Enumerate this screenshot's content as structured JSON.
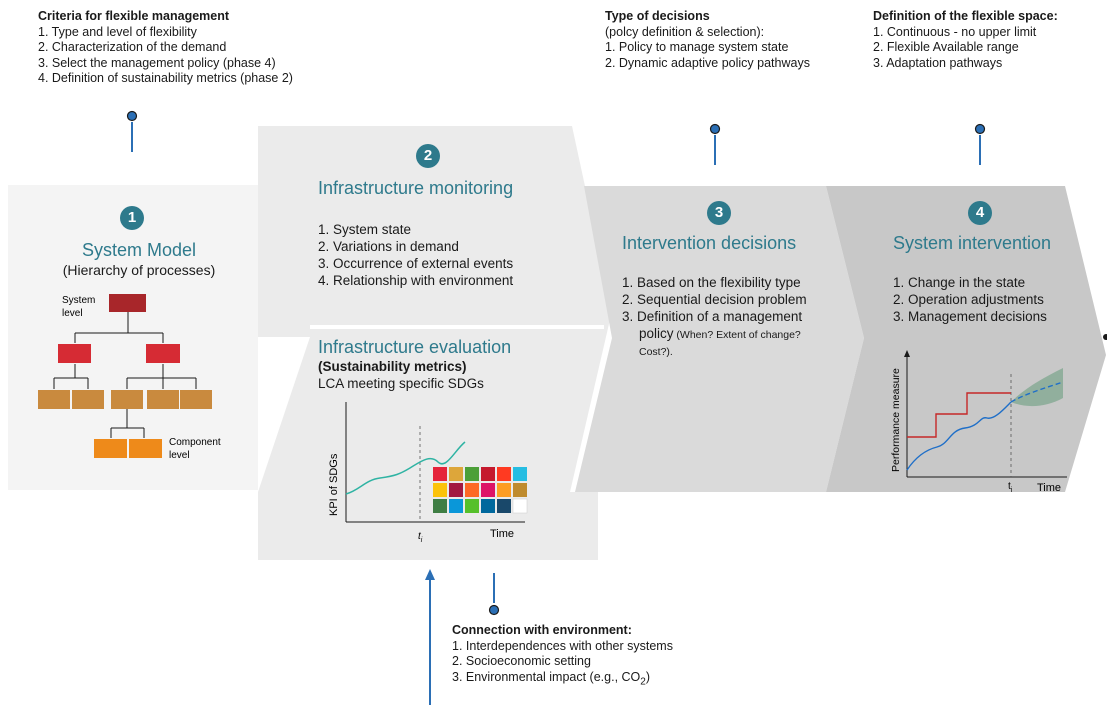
{
  "notes": {
    "criteria": {
      "title": "Criteria for flexible management",
      "items": [
        "1. Type and level of flexibility",
        "2. Characterization of the demand",
        "3. Select the management policy (phase 4)",
        "4. Definition of sustainability metrics (phase 2)"
      ]
    },
    "decisions": {
      "title": "Type of decisions",
      "subtitle": "(polcy definition & selection):",
      "items": [
        "1. Policy to manage system state",
        "2. Dynamic adaptive policy pathways"
      ]
    },
    "flexible_space": {
      "title": "Definition of the flexible space:",
      "items": [
        "1. Continuous - no upper limit",
        "2. Flexible Available range",
        "3. Adaptation pathways"
      ]
    },
    "environment": {
      "title": "Connection with environment:",
      "items": [
        "1. Interdependences with other systems",
        "2. Socioeconomic setting",
        "3. Environmental impact (e.g., CO"
      ],
      "co2_sub": "2",
      "co2_close": ")"
    }
  },
  "steps": {
    "s1": {
      "num": "1",
      "title": "System Model",
      "subtitle": "(Hierarchy of processes)",
      "system_level": "System",
      "system_level2": "level",
      "component_level": "Component",
      "component_level2": "level"
    },
    "s2": {
      "num": "2",
      "title": "Infrastructure monitoring",
      "items": [
        "1. System state",
        "2. Variations in demand",
        "3. Occurrence of external events",
        "4. Relationship with environment"
      ]
    },
    "s2b": {
      "title": "Infrastructure evaluation",
      "subtitle": "(Sustainability metrics)",
      "line": "LCA meeting specific SDGs",
      "ylabel": "KPI of SDGs",
      "xlabel": "Time",
      "tick": "t",
      "tick_sub": "i"
    },
    "s3": {
      "num": "3",
      "title": "Intervention decisions",
      "items": [
        "1. Based on the flexibility type",
        "2. Sequential decision problem",
        "3. Definition of a management"
      ],
      "item4_main": "policy",
      "item4_small": " (When? Extent of change?",
      "item5_small": "Cost?)."
    },
    "s4": {
      "num": "4",
      "title": "System intervention",
      "items": [
        "1. Change in the state",
        "2. Operation adjustments",
        "3. Management decisions"
      ],
      "ylabel": "Performance measure",
      "xlabel": "Time",
      "tick": "t",
      "tick_sub": "i"
    }
  },
  "colors": {
    "accent": "#2e7a8c",
    "connector": "#2b6fb5",
    "hier_top": "#a8262a",
    "hier_mid": "#d62b34",
    "hier_low": "#c98a3e",
    "hier_comp": "#ee8a1a"
  }
}
